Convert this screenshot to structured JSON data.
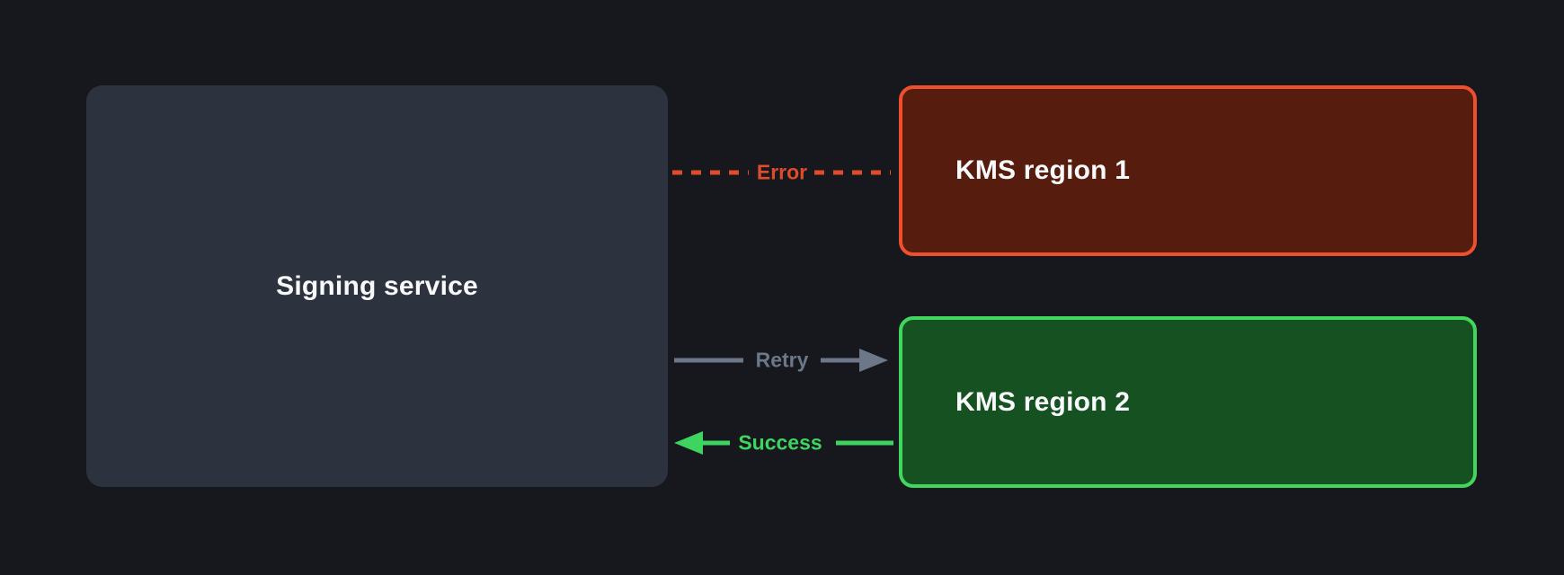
{
  "diagram": {
    "nodes": {
      "signing_service": {
        "label": "Signing service"
      },
      "kms_region_1": {
        "label": "KMS region 1"
      },
      "kms_region_2": {
        "label": "KMS region 2"
      }
    },
    "connectors": {
      "error": {
        "label": "Error",
        "style": "dashed",
        "arrow": "none",
        "from": "signing_service",
        "to": "kms_region_1"
      },
      "retry": {
        "label": "Retry",
        "style": "solid",
        "arrow": "right",
        "from": "signing_service",
        "to": "kms_region_2"
      },
      "success": {
        "label": "Success",
        "style": "solid",
        "arrow": "left",
        "from": "kms_region_2",
        "to": "signing_service"
      }
    }
  },
  "colors": {
    "background": "#16181d",
    "node-fill": "#2d333e",
    "node-text": "#f8f9fa",
    "kms1-fill": "#561c0e",
    "kms1-border": "#ee4f2c",
    "kms2-fill": "#165121",
    "kms2-border": "#43d65f",
    "error": "#df4b2b",
    "retry": "#6c7787",
    "success": "#3fd45f"
  }
}
